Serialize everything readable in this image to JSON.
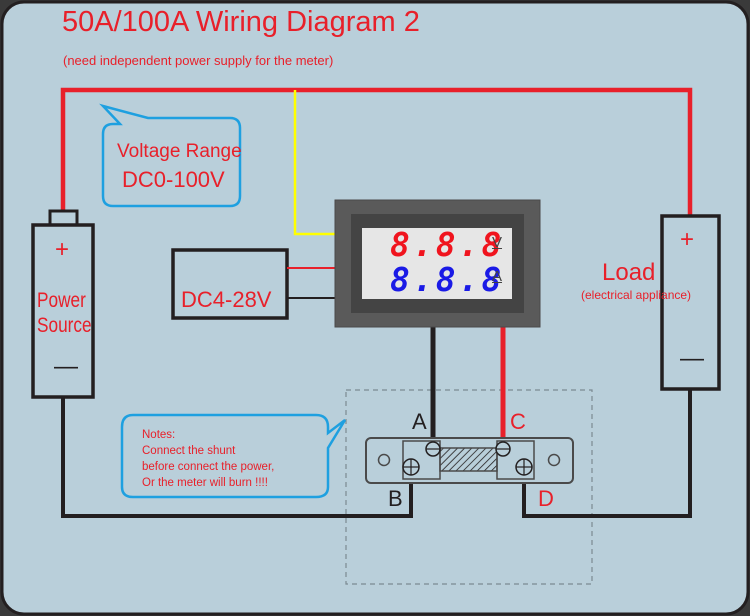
{
  "title": "50A/100A Wiring Diagram 2",
  "subtitle": "(need independent power supply for the meter)",
  "voltage_range_callout": {
    "line1": "Voltage Range",
    "line2": "DC0-100V"
  },
  "meter_supply": {
    "label": "DC4-28V"
  },
  "meter_display": {
    "voltage_digits": "8.8.8",
    "voltage_unit": "V",
    "current_digits": "8.8.8",
    "current_unit": "A"
  },
  "power_source": {
    "label_line1": "Power",
    "label_line2": "Source",
    "positive": "+",
    "negative": "—"
  },
  "load": {
    "label": "Load",
    "sublabel": "(electrical appliance)",
    "positive": "+",
    "negative": "—"
  },
  "notes_callout": {
    "lines": [
      "Notes:",
      "Connect the shunt",
      "before connect the power,",
      "Or the meter will burn !!!!"
    ]
  },
  "shunt_terminals": {
    "a": "A",
    "b": "B",
    "c": "C",
    "d": "D"
  },
  "colors": {
    "background": "#b9cfda",
    "accent_red": "#e8202a",
    "wire_black": "#231f20",
    "wire_yellow": "#ffff00",
    "callout_blue": "#1ea0e0",
    "display_red": "#f0141e",
    "display_blue": "#1a1ae6"
  }
}
